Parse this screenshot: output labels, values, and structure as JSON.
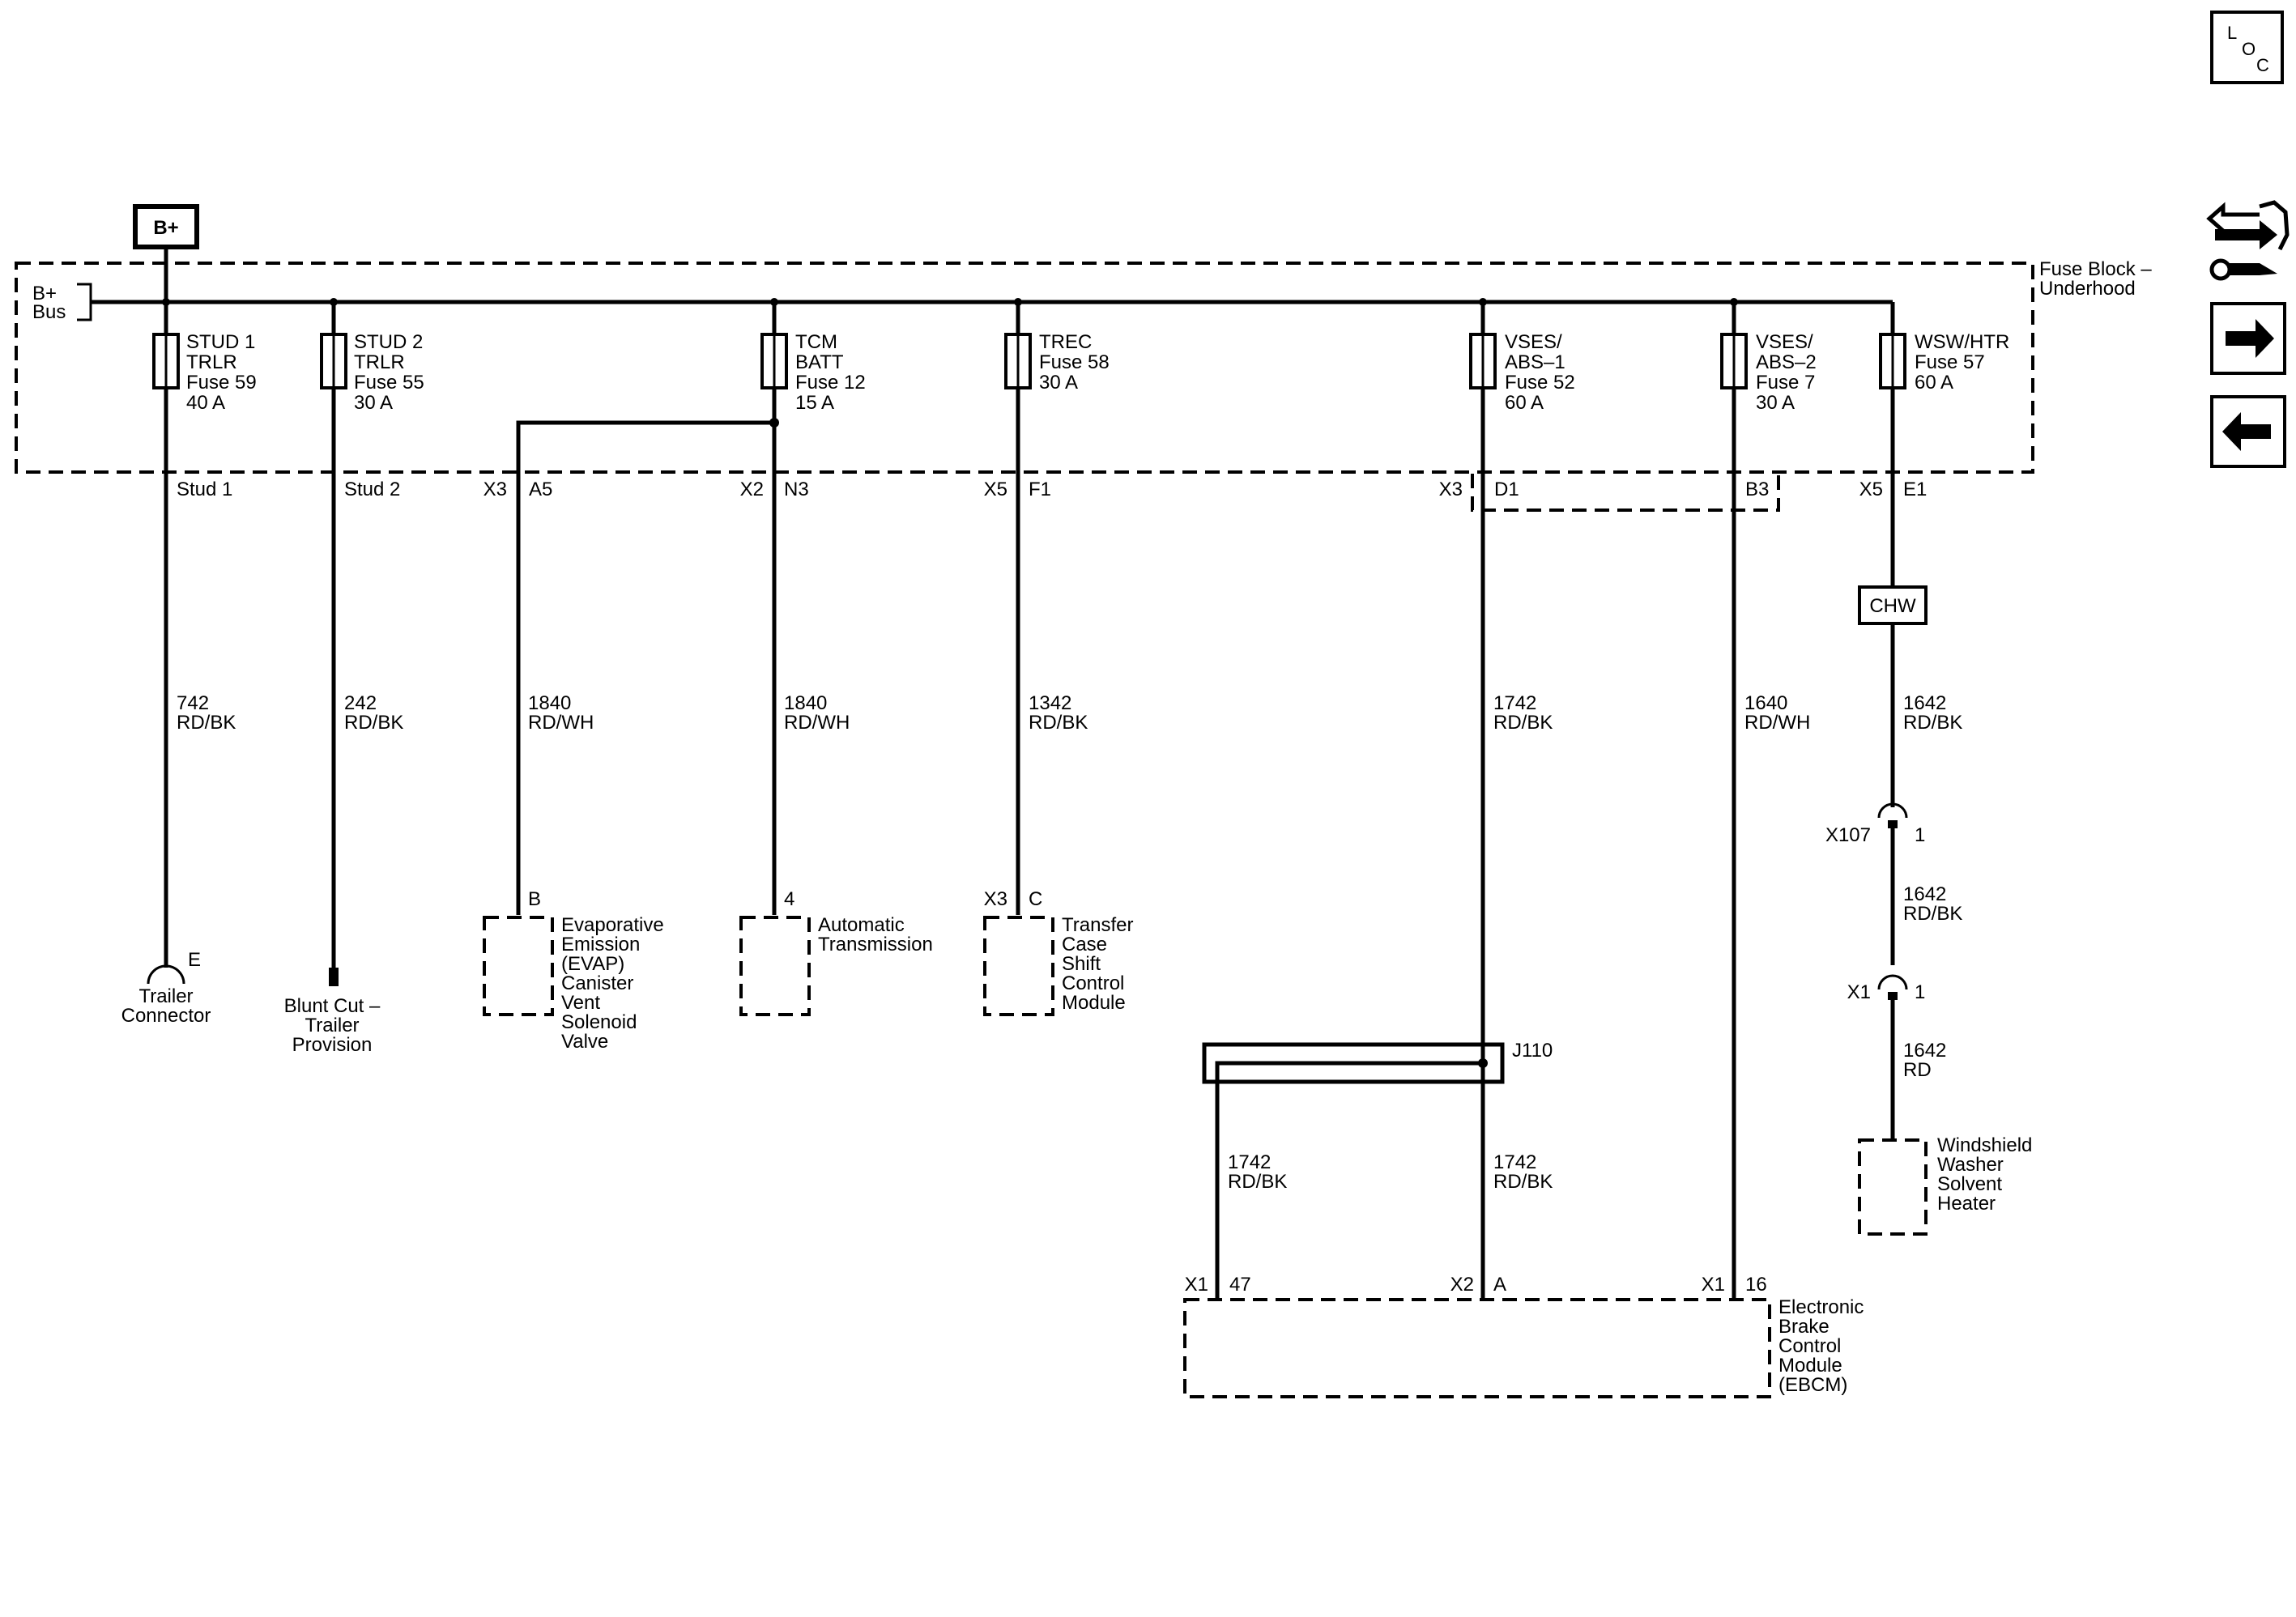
{
  "fuse_block": {
    "name_line1": "Fuse Block –",
    "name_line2": "Underhood",
    "bus_line1": "B+",
    "bus_line2": "Bus",
    "power_source": "B+"
  },
  "fuses": [
    {
      "l1": "STUD 1",
      "l2": "TRLR",
      "l3": "Fuse 59",
      "l4": "40 A"
    },
    {
      "l1": "STUD 2",
      "l2": "TRLR",
      "l3": "Fuse 55",
      "l4": "30 A"
    },
    {
      "l1": "TCM",
      "l2": "BATT",
      "l3": "Fuse 12",
      "l4": "15 A"
    },
    {
      "l1": "TREC",
      "l2": "Fuse 58",
      "l3": "30 A",
      "l4": ""
    },
    {
      "l1": "VSES/",
      "l2": "ABS–1",
      "l3": "Fuse 52",
      "l4": "60 A"
    },
    {
      "l1": "VSES/",
      "l2": "ABS–2",
      "l3": "Fuse 7",
      "l4": "30 A"
    },
    {
      "l1": "WSW/HTR",
      "l2": "Fuse 57",
      "l3": "60 A",
      "l4": ""
    }
  ],
  "pins": {
    "stud1": "Stud 1",
    "stud2": "Stud 2",
    "x3": "X3",
    "a5": "A5",
    "x2": "X2",
    "n3": "N3",
    "x5a": "X5",
    "f1": "F1",
    "x3b": "X3",
    "d1": "D1",
    "b3": "B3",
    "x5b": "X5",
    "e1": "E1"
  },
  "wires": [
    {
      "circuit": "742",
      "color": "RD/BK"
    },
    {
      "circuit": "242",
      "color": "RD/BK"
    },
    {
      "circuit": "1840",
      "color": "RD/WH"
    },
    {
      "circuit": "1840",
      "color": "RD/WH"
    },
    {
      "circuit": "1342",
      "color": "RD/BK"
    },
    {
      "circuit": "1742",
      "color": "RD/BK"
    },
    {
      "circuit": "1640",
      "color": "RD/WH"
    },
    {
      "circuit": "1642",
      "color": "RD/BK"
    },
    {
      "circuit": "1642",
      "color": "RD/BK"
    },
    {
      "circuit": "1642",
      "color": "RD"
    },
    {
      "circuit": "1742",
      "color": "RD/BK"
    },
    {
      "circuit": "1742",
      "color": "RD/BK"
    }
  ],
  "connectors": {
    "chw": "CHW",
    "x107": "X107",
    "x107_pin": "1",
    "x1": "X1",
    "x1_pin": "1",
    "j110": "J110",
    "trailer_pin": "E",
    "evap_pin": "B",
    "trans_pin": "4",
    "tcsc_conn": "X3",
    "tcsc_pin": "C",
    "ebcm_x1a": "X1",
    "ebcm_p47": "47",
    "ebcm_x2": "X2",
    "ebcm_pa": "A",
    "ebcm_x1b": "X1",
    "ebcm_p16": "16"
  },
  "components": {
    "trailer": [
      "Trailer",
      "Connector"
    ],
    "blunt": [
      "Blunt Cut –",
      "Trailer",
      "Provision"
    ],
    "evap": [
      "Evaporative",
      "Emission",
      "(EVAP)",
      "Canister",
      "Vent",
      "Solenoid",
      "Valve"
    ],
    "trans": [
      "Automatic",
      "Transmission"
    ],
    "tcsc": [
      "Transfer",
      "Case",
      "Shift",
      "Control",
      "Module"
    ],
    "wsw": [
      "Windshield",
      "Washer",
      "Solvent",
      "Heater"
    ],
    "ebcm": [
      "Electronic",
      "Brake",
      "Control",
      "Module",
      "(EBCM)"
    ]
  },
  "nav": {
    "loc_l": "L",
    "loc_o": "O",
    "loc_c": "C"
  }
}
